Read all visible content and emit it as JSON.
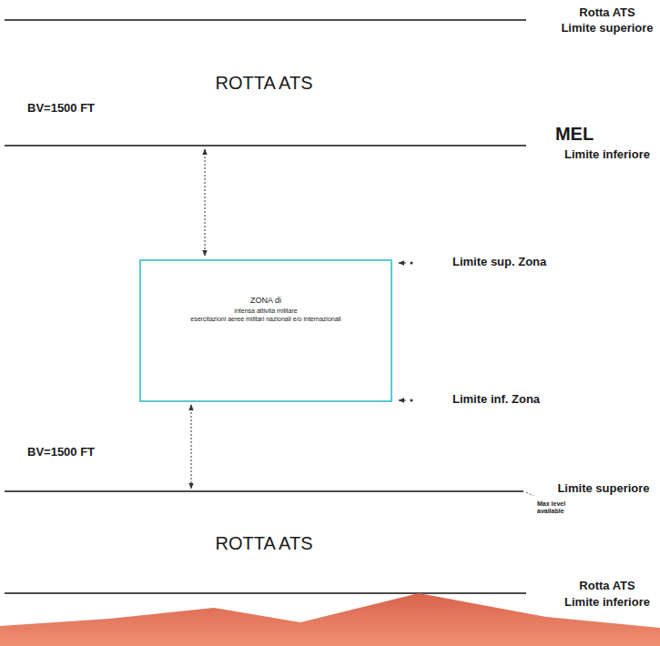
{
  "diagram": {
    "nodes": [
      {
        "text": [
          "ZONA di",
          "intensa attività militare",
          "esercitazioni aeree militari nazionali e/o internazionali"
        ]
      }
    ],
    "labels": [
      "Rotta ATS",
      "Limite superiore",
      "ROTTA ATS",
      "MEL",
      "Limite inferiore",
      "BV=1500 FT",
      "Limite sup. Zona",
      "Limite inf. Zona",
      "BV=1500 FT",
      "Limite superiore",
      "Max level available",
      "ROTTA ATS",
      "Rotta ATS",
      "Limite inferiore"
    ]
  }
}
